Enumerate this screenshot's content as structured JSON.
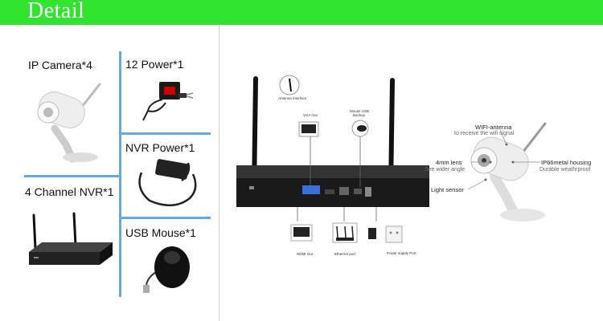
{
  "header": {
    "title": "Detail"
  },
  "package": {
    "ip_camera": "IP Camera*4",
    "power_12": "12 Power*1",
    "nvr_power": "NVR Power*1",
    "channel_nvr": "4 Channel NVR*1",
    "usb_mouse": "USB Mouse*1"
  },
  "nvr_diagram": {
    "antenna_interface": "Antenna interface",
    "vga_out": "VGA Out",
    "mouse_usb": "Mouse USB",
    "backup": "Backup",
    "hdmi_out": "HDMI Out",
    "ethernet_port": "Ethernet port",
    "power_supply_port": "Power supply Port"
  },
  "camera_diagram": {
    "wifi_antenna": "WIFI-antenna",
    "wifi_antenna_sub": "to receive the wifi signal",
    "lens": "4mm lens",
    "lens_sub": "See wider angle",
    "housing": "IP66metal housing",
    "housing_sub": "Durable weathrproof",
    "light_sensor": "Light sensor"
  }
}
